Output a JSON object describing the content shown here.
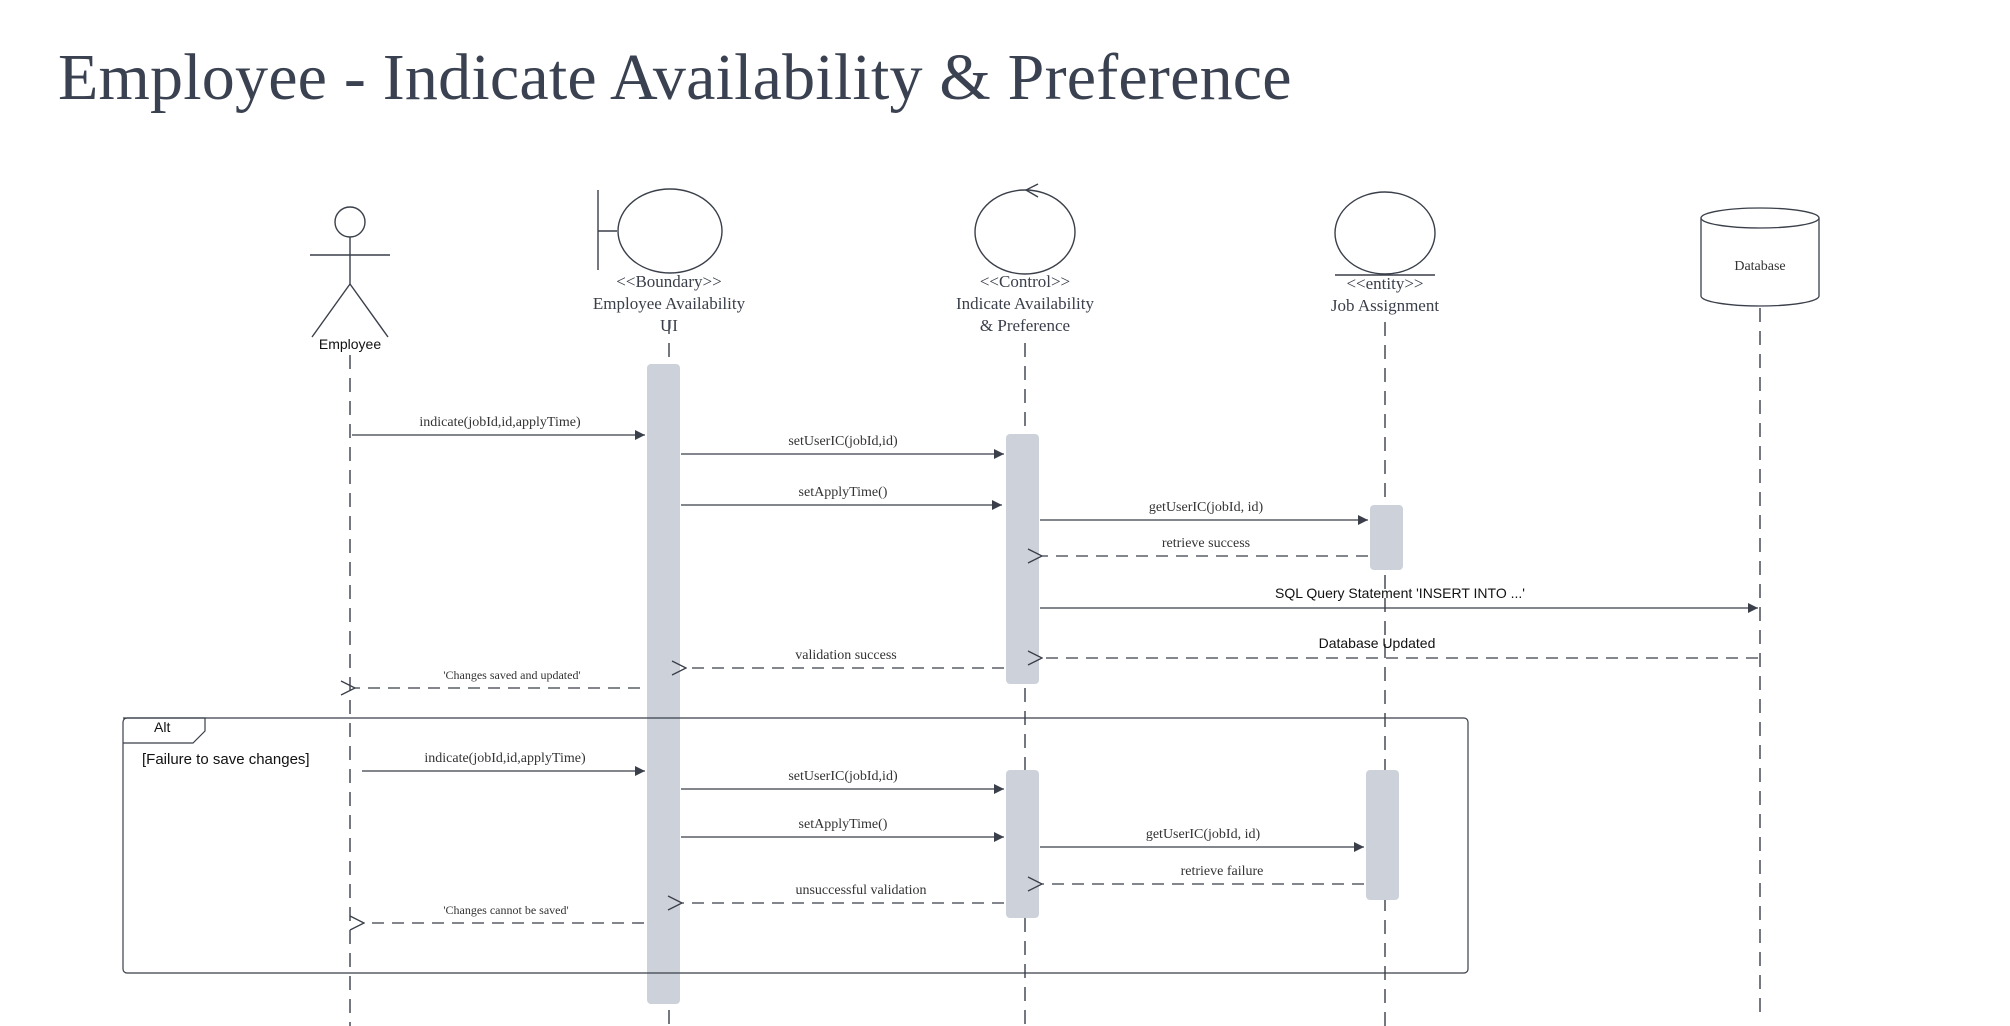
{
  "title": "Employee - Indicate Availability & Preference",
  "colors": {
    "line": "#3a3f4a",
    "activation": "#cdd2da",
    "title": "#3a4150"
  },
  "participants": {
    "employee": {
      "label": "Employee"
    },
    "boundary": {
      "stereotype": "<<Boundary>>",
      "line1": "Employee Availability",
      "line2": "UI"
    },
    "control": {
      "stereotype": "<<Control>>",
      "line1": "Indicate Availability",
      "line2": "& Preference"
    },
    "entity": {
      "stereotype": "<<entity>>",
      "line1": "Job Assignment"
    },
    "database": {
      "label": "Database"
    }
  },
  "messages": {
    "m1": "indicate(jobId,id,applyTime)",
    "m2": "setUserIC(jobId,id)",
    "m3": "setApplyTime()",
    "m4": "getUserIC(jobId, id)",
    "m5": "retrieve success",
    "m6": "SQL Query Statement 'INSERT INTO ...'",
    "m7": "Database Updated",
    "m8": "validation success",
    "m9": "'Changes saved and updated'",
    "a1": "indicate(jobId,id,applyTime)",
    "a2": "setUserIC(jobId,id)",
    "a3": "setApplyTime()",
    "a4": "getUserIC(jobId, id)",
    "a5": "retrieve failure",
    "a6": "unsuccessful validation",
    "a7": "'Changes cannot be saved'"
  },
  "fragment": {
    "operator": "Alt",
    "guard": "[Failure to save changes]"
  }
}
